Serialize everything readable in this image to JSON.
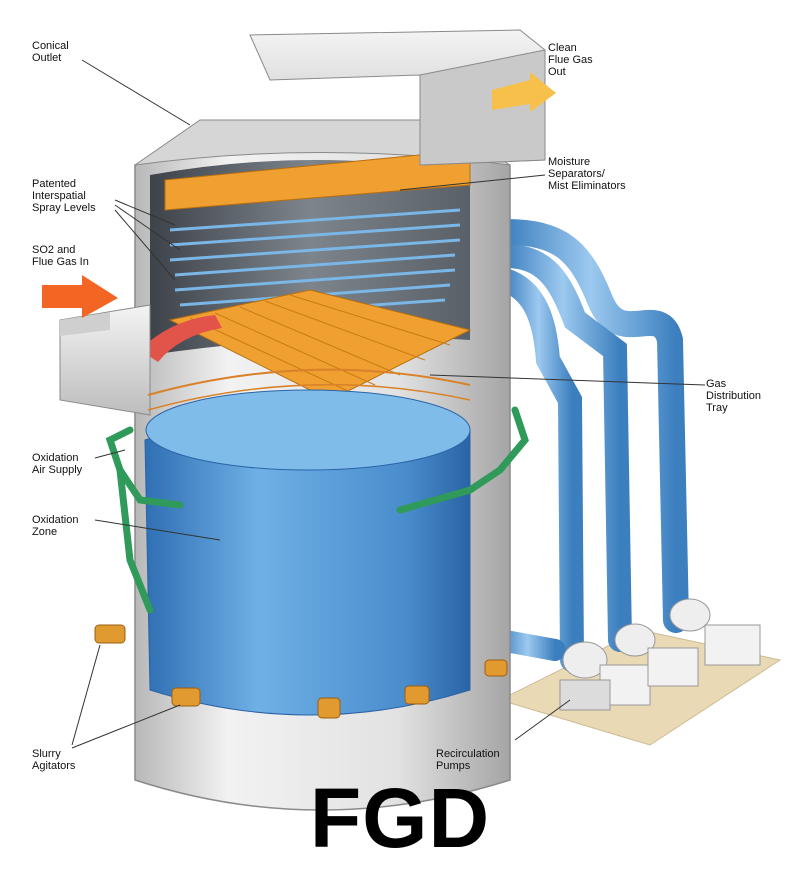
{
  "title": "FGD",
  "labels": {
    "conical_outlet": "Conical\nOutlet",
    "clean_flue_gas_out": "Clean\nFlue Gas\nOut",
    "moisture_separators": "Moisture\nSeparators/\nMist Eliminators",
    "spray_levels": "Patented\nInterspatial\nSpray Levels",
    "so2_flue_gas_in": "SO2 and\nFlue Gas In",
    "gas_distribution_tray": "Gas\nDistribution\nTray",
    "oxidation_air_supply": "Oxidation\nAir Supply",
    "oxidation_zone": "Oxidation\nZone",
    "slurry_agitators": "Slurry\nAgitators",
    "recirculation_pumps": "Recirculation\nPumps"
  },
  "colors": {
    "shell": "#dcdcdc",
    "shell_dark": "#a9a9a9",
    "slurry": "#5b9bd5",
    "slurry_dark": "#2f6fb3",
    "pipe": "#6aa6d8",
    "tray_orange": "#f0a030",
    "agitator": "#e09a30",
    "air_pipe": "#2f9a5a",
    "gas_in_arrow": "#f26522",
    "gas_out_arrow": "#f7c04a",
    "pump_base": "#e9d9b5"
  }
}
